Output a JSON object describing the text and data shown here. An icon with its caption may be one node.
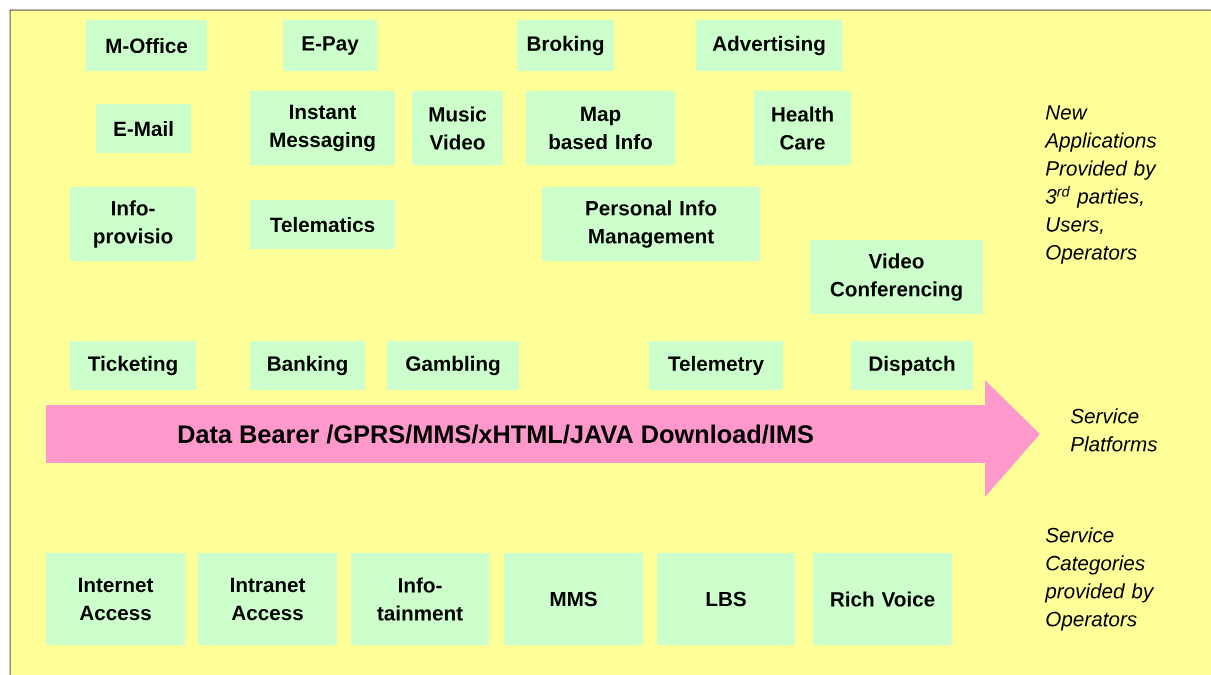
{
  "diagram": {
    "nodes": [
      {
        "text": [
          "M-Office"
        ]
      },
      {
        "text": [
          "E-Pay"
        ]
      },
      {
        "text": [
          "Broking"
        ]
      },
      {
        "text": [
          "Advertising"
        ]
      },
      {
        "text": [
          "E-Mail"
        ]
      },
      {
        "text": [
          "Instant Messaging"
        ]
      },
      {
        "text": [
          "Music Video"
        ]
      },
      {
        "text": [
          "Map based Info"
        ]
      },
      {
        "text": [
          "Health Care"
        ]
      },
      {
        "text": [
          "Info- provisio"
        ]
      },
      {
        "text": [
          "Telematics"
        ]
      },
      {
        "text": [
          "Personal Info Management"
        ]
      },
      {
        "text": [
          "Video Conferencing"
        ]
      },
      {
        "text": [
          "Ticketing"
        ]
      },
      {
        "text": [
          "Banking"
        ]
      },
      {
        "text": [
          "Gambling"
        ]
      },
      {
        "text": [
          "Telemetry"
        ]
      },
      {
        "text": [
          "Dispatch"
        ]
      },
      {
        "text": [
          "Data Bearer /GPRS/MMS/xHTML/JAVA Download/IMS"
        ]
      },
      {
        "text": [
          "Internet Access"
        ]
      },
      {
        "text": [
          "Intranet Access"
        ]
      },
      {
        "text": [
          "Info- tainment"
        ]
      },
      {
        "text": [
          "MMS"
        ]
      },
      {
        "text": [
          "LBS"
        ]
      },
      {
        "text": [
          "Rich Voice"
        ]
      }
    ],
    "edges": [],
    "labels": [
      "New Applications Provided by 3$^{rd}$ parties, Users, Operators",
      "Service Platforms",
      "Service Categories provided by Operators"
    ]
  }
}
